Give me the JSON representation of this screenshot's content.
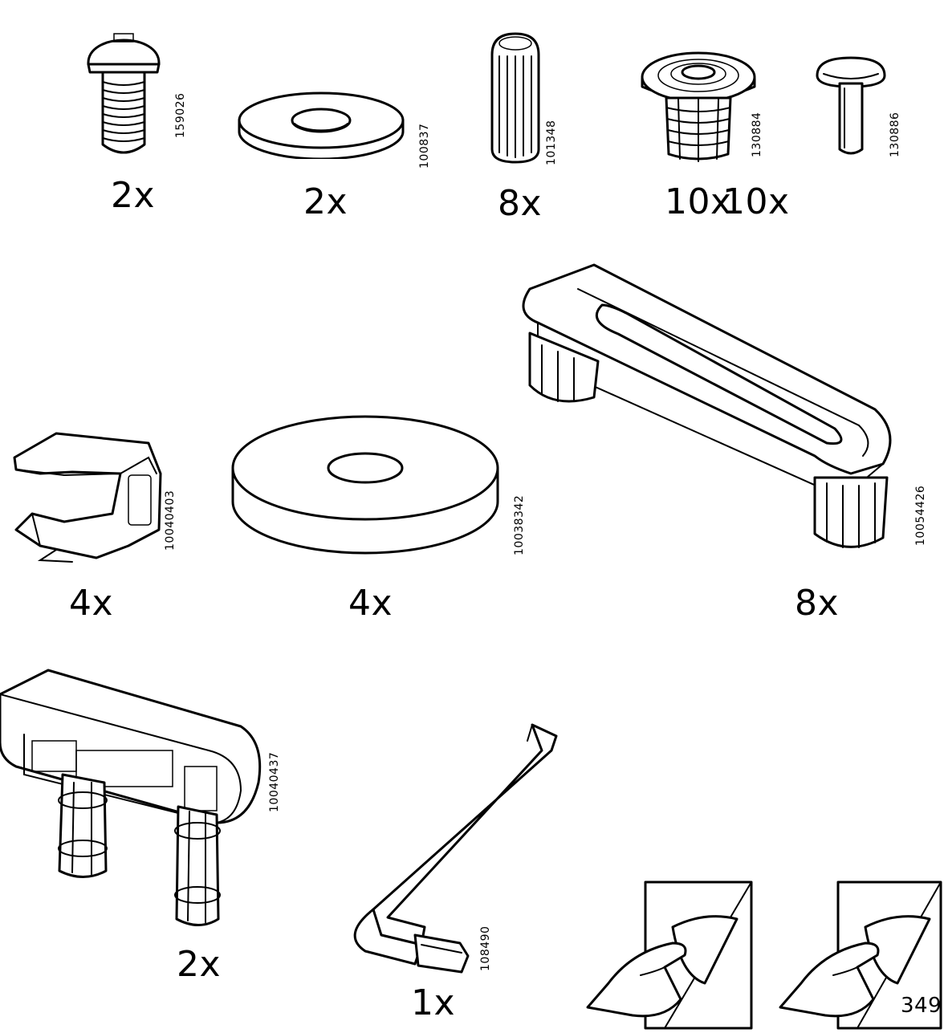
{
  "parts": [
    {
      "id": "screw",
      "code": "159026",
      "qty": "2x"
    },
    {
      "id": "washer-small",
      "code": "100837",
      "qty": "2x"
    },
    {
      "id": "dowel",
      "code": "101348",
      "qty": "8x"
    },
    {
      "id": "cam-nut",
      "code": "130884",
      "qty": "10x"
    },
    {
      "id": "pin",
      "code": "130886",
      "qty": "10x"
    },
    {
      "id": "clip",
      "code": "10040403",
      "qty": "4x"
    },
    {
      "id": "washer-large",
      "code": "10038342",
      "qty": "4x"
    },
    {
      "id": "handle-bracket",
      "code": "10054426",
      "qty": "8x"
    },
    {
      "id": "connector-bracket",
      "code": "10040437",
      "qty": "2x"
    },
    {
      "id": "allen-key",
      "code": "108490",
      "qty": "1x"
    }
  ],
  "page_number": "349",
  "icons": [
    "page-turn-icon",
    "page-turn-icon"
  ]
}
